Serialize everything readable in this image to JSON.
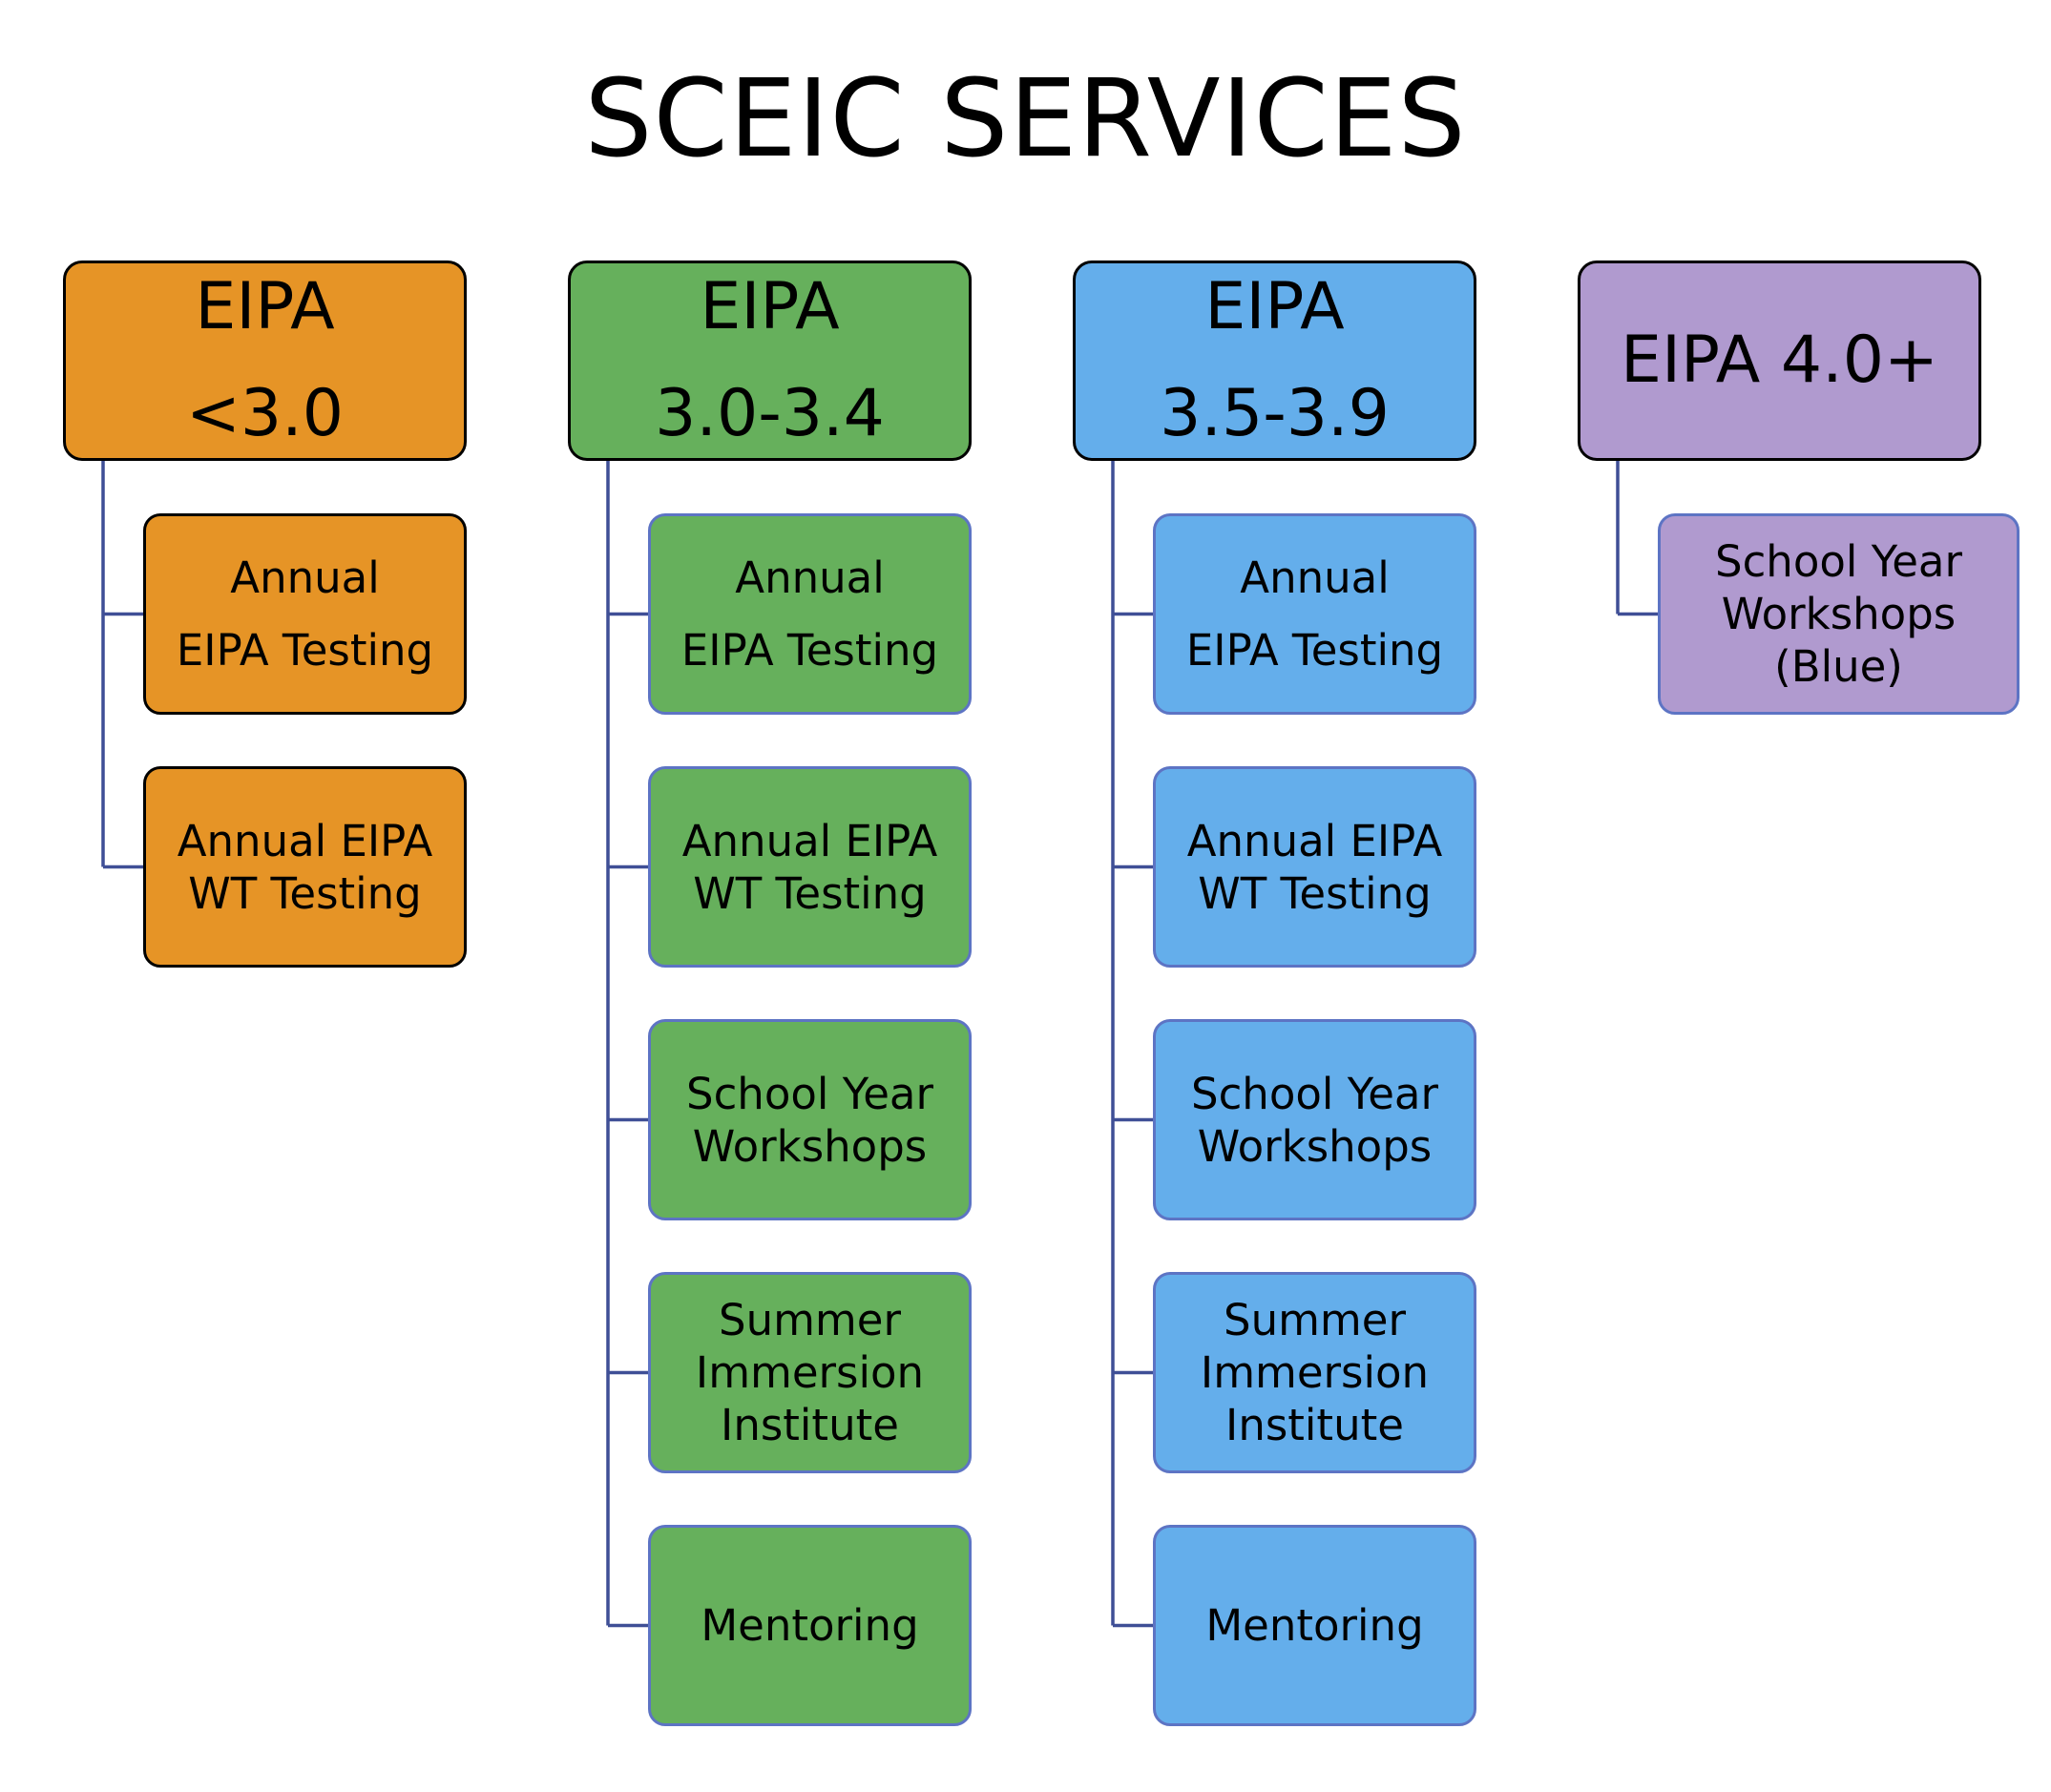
{
  "title": "SCEIC SERVICES",
  "colors": {
    "orange": "#e69426",
    "green": "#66b05c",
    "blue": "#64aeeb",
    "purple": "#b09acf",
    "connector": "#3f4f96",
    "child_border_blue": "#5d74c4"
  },
  "columns": [
    {
      "header": [
        "EIPA",
        "<3.0"
      ],
      "fill": "orange",
      "children": [
        [
          "Annual",
          "EIPA Testing"
        ],
        [
          "Annual EIPA",
          "WT Testing"
        ]
      ]
    },
    {
      "header": [
        "EIPA",
        "3.0-3.4"
      ],
      "fill": "green",
      "children": [
        [
          "Annual",
          "EIPA Testing"
        ],
        [
          "Annual EIPA",
          "WT Testing"
        ],
        [
          "School Year",
          "Workshops"
        ],
        [
          "Summer",
          "Immersion",
          "Institute"
        ],
        [
          "Mentoring"
        ]
      ]
    },
    {
      "header": [
        "EIPA",
        "3.5-3.9"
      ],
      "fill": "blue",
      "children": [
        [
          "Annual",
          "EIPA Testing"
        ],
        [
          "Annual EIPA",
          "WT Testing"
        ],
        [
          "School Year",
          "Workshops"
        ],
        [
          "Summer",
          "Immersion",
          "Institute"
        ],
        [
          "Mentoring"
        ]
      ]
    },
    {
      "header": [
        "EIPA 4.0+"
      ],
      "fill": "purple",
      "children": [
        [
          "School Year",
          "Workshops",
          "(Blue)"
        ]
      ]
    }
  ]
}
